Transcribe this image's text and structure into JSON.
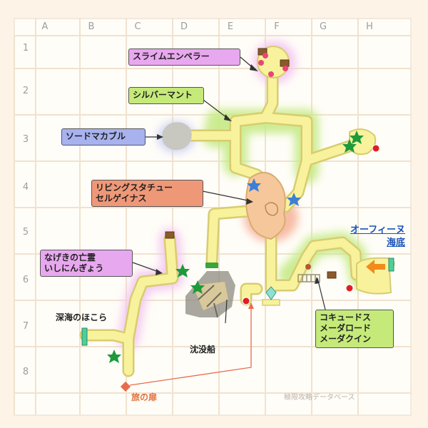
{
  "grid": {
    "columns": [
      "A",
      "B",
      "C",
      "D",
      "E",
      "F",
      "G",
      "H"
    ],
    "rows": [
      "1",
      "2",
      "3",
      "4",
      "5",
      "6",
      "7",
      "8"
    ]
  },
  "callouts": {
    "slime_emperor": "スライムエンペラー",
    "silver_mant": "シルバーマント",
    "sword_macabre": "ソードマカブル",
    "living_statue": "リビングスタチュー\nセルゲイナス",
    "nageki_doll": "なげきの亡霊\nいしにんぎょう",
    "cocky_doze": "コキュードス\nメーダロード\nメーダクイン"
  },
  "labels": {
    "deep_sea_shrine": "深海のほこら",
    "sunken_ship": "沈没船",
    "travel_door": "旅の扉",
    "orphinu_line1": "オーフィーヌ",
    "orphinu_line2": "海底",
    "watermark": "極限攻略データベース"
  },
  "colors": {
    "path_fill": "#f8f29c",
    "path_edge": "#d8cc70",
    "glow_green": "#c6ea86",
    "glow_pink": "#f2c7f0",
    "glow_blue": "#c8cdf3",
    "glow_salmon": "#f5b59c",
    "gray_room": "#c8c8c0",
    "star_green": "#1e9a3a",
    "star_blue": "#3d7fd6",
    "red_dot": "#e01d24",
    "orange_arrow": "#f28a1c",
    "chest": "#8b5a2b",
    "pink_dot": "#e84676",
    "teal_bar": "#4ccf98",
    "green_bar": "#3aa53a",
    "pointer_line": "#333333",
    "travel_line": "#e96b4d"
  },
  "icons": [
    "treasure-chest-icon",
    "star-icon",
    "red-dot-icon",
    "orange-arrow-icon",
    "travel-door-icon",
    "crystal-icon",
    "stairs-icon"
  ]
}
